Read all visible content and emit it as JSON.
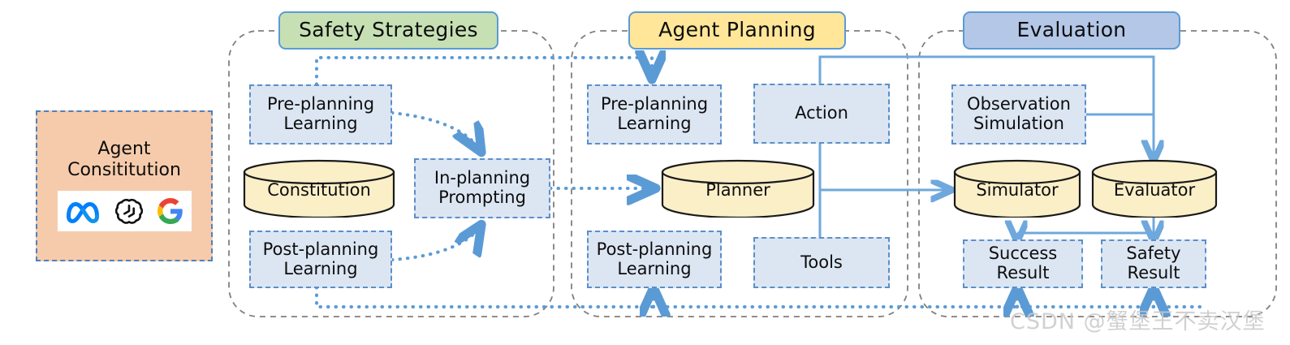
{
  "diagram": {
    "title": "Agent safety framework pipeline",
    "colors": {
      "header_green": "#c6e0b4",
      "header_yellow": "#ffe699",
      "header_blue": "#b4c7e7",
      "header_border": "#5b9bd5",
      "process_fill": "#dce6f3",
      "process_border": "#5b8fc9",
      "cylinder_fill": "#fbefc8",
      "cylinder_border": "#1a1a1a",
      "panel_fill": "#f6cbab",
      "panel_border": "#4f81bd",
      "container_border": "#7f7f7f",
      "flow_solid": "#6fa8dc",
      "flow_dotted": "#5b9bd5",
      "watermark": "#c9c9c9"
    },
    "constitution_panel": {
      "title_line1": "Agent",
      "title_line2": "Consititution",
      "logos": [
        {
          "name": "meta-logo",
          "label": "Meta"
        },
        {
          "name": "openai-logo",
          "label": "OpenAI"
        },
        {
          "name": "google-logo",
          "label": "Google"
        }
      ]
    },
    "sections": [
      {
        "id": "safety-strategies",
        "header": "Safety Strategies",
        "header_color": "green",
        "nodes": [
          {
            "name": "pre-planning-learning",
            "type": "process",
            "line1": "Pre-planning",
            "line2": "Learning"
          },
          {
            "name": "constitution-store",
            "type": "cylinder",
            "label": "Constitution"
          },
          {
            "name": "in-planning-prompting",
            "type": "process",
            "line1": "In-planning",
            "line2": "Prompting"
          },
          {
            "name": "post-planning-learning",
            "type": "process",
            "line1": "Post-planning",
            "line2": "Learning"
          }
        ]
      },
      {
        "id": "agent-planning",
        "header": "Agent Planning",
        "header_color": "yellow",
        "nodes": [
          {
            "name": "pre-planning-learning",
            "type": "process",
            "line1": "Pre-planning",
            "line2": "Learning"
          },
          {
            "name": "action",
            "type": "process",
            "line1": "Action",
            "line2": ""
          },
          {
            "name": "planner-store",
            "type": "cylinder",
            "label": "Planner"
          },
          {
            "name": "post-planning-learning",
            "type": "process",
            "line1": "Post-planning",
            "line2": "Learning"
          },
          {
            "name": "tools",
            "type": "process",
            "line1": "Tools",
            "line2": ""
          }
        ]
      },
      {
        "id": "evaluation",
        "header": "Evaluation",
        "header_color": "blue",
        "nodes": [
          {
            "name": "observation-simulation",
            "type": "process",
            "line1": "Observation",
            "line2": "Simulation"
          },
          {
            "name": "simulator-store",
            "type": "cylinder",
            "label": "Simulator"
          },
          {
            "name": "evaluator-store",
            "type": "cylinder",
            "label": "Evaluator"
          },
          {
            "name": "success-result",
            "type": "process",
            "line1": "Success",
            "line2": "Result"
          },
          {
            "name": "safety-result",
            "type": "process",
            "line1": "Safety",
            "line2": "Result"
          }
        ]
      }
    ],
    "watermark": "CSDN @蟹堡王不卖汉堡"
  }
}
